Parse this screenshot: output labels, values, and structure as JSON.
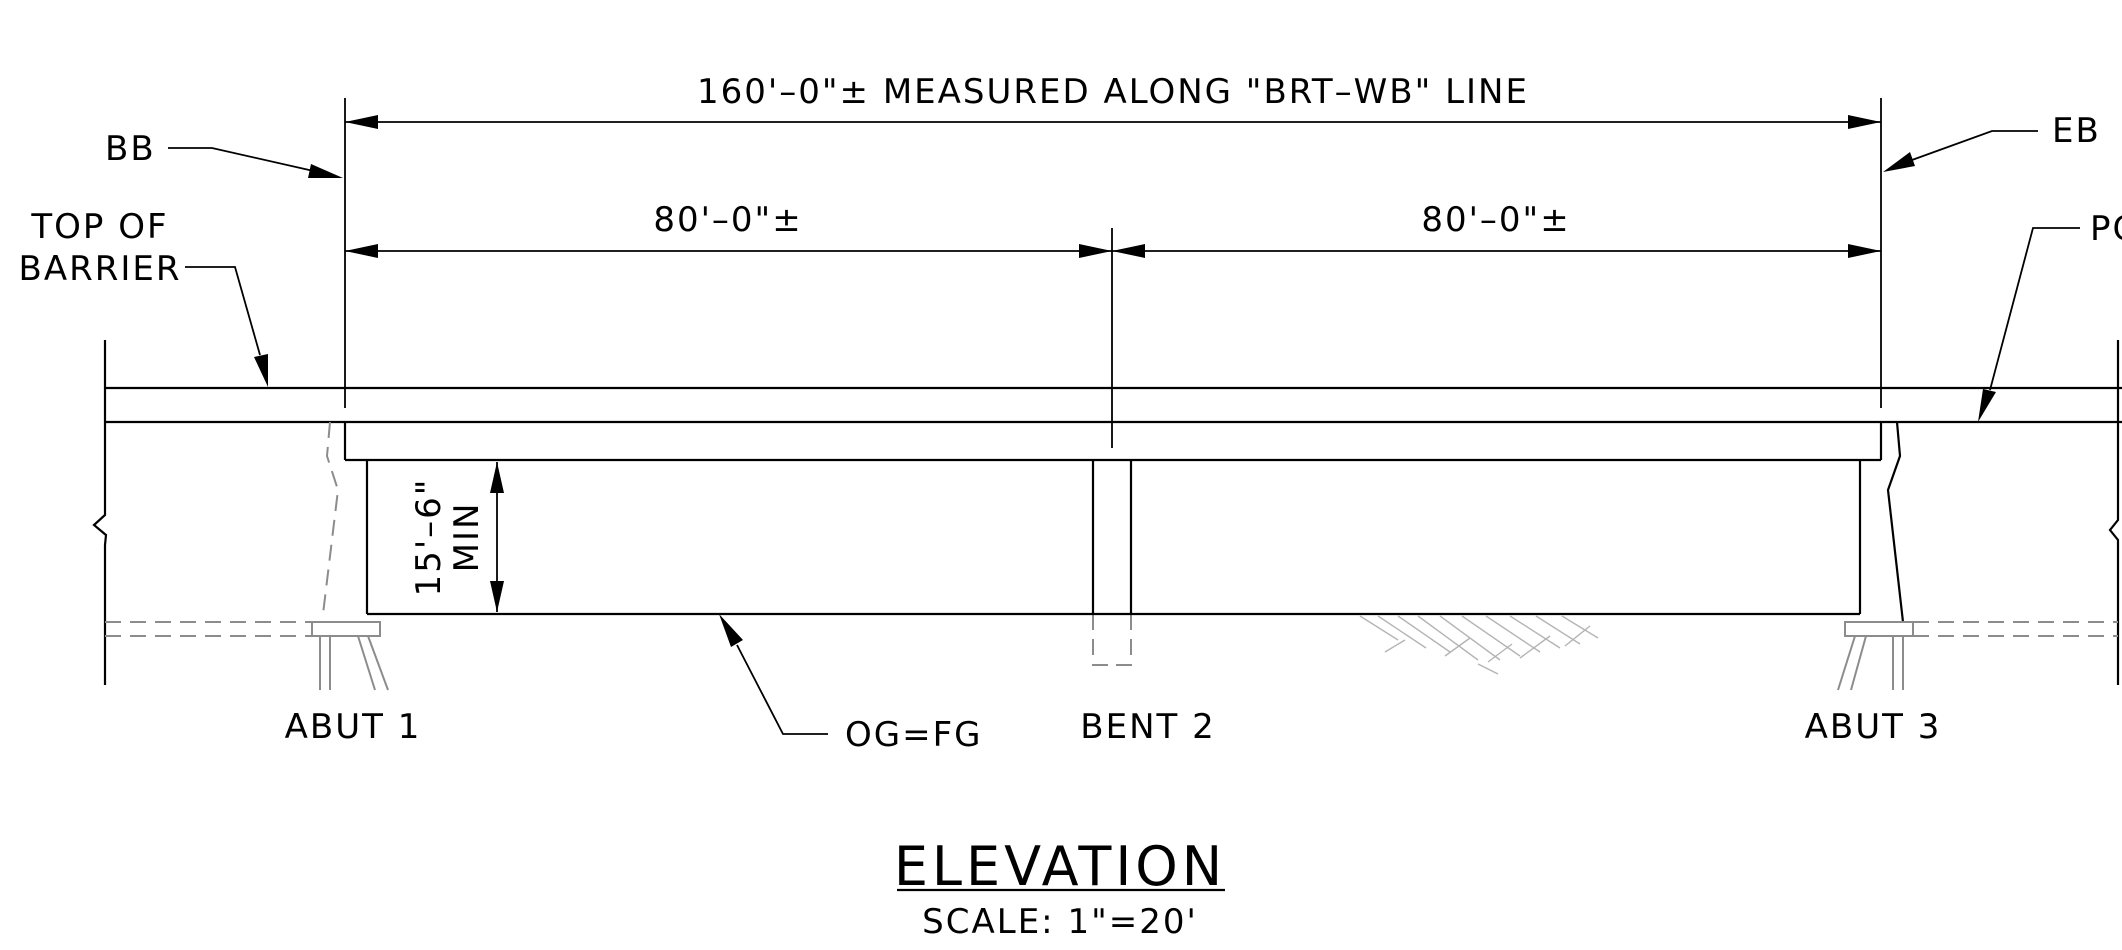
{
  "dimensions": {
    "overall": "160'–0\"± MEASURED ALONG \"BRT–WB\" LINE",
    "span_left": "80'–0\"±",
    "span_right": "80'–0\"±",
    "clearance": "15'–6\"",
    "clearance_note": "MIN"
  },
  "labels": {
    "bb": "BB",
    "eb": "EB",
    "top_of_barrier_line1": "TOP OF",
    "top_of_barrier_line2": "BARRIER",
    "pg": "PG",
    "abut1": "ABUT 1",
    "bent2": "BENT 2",
    "abut3": "ABUT 3",
    "og_fg": "OG=FG"
  },
  "title": {
    "text": "ELEVATION",
    "scale": "SCALE: 1\"=20'"
  }
}
